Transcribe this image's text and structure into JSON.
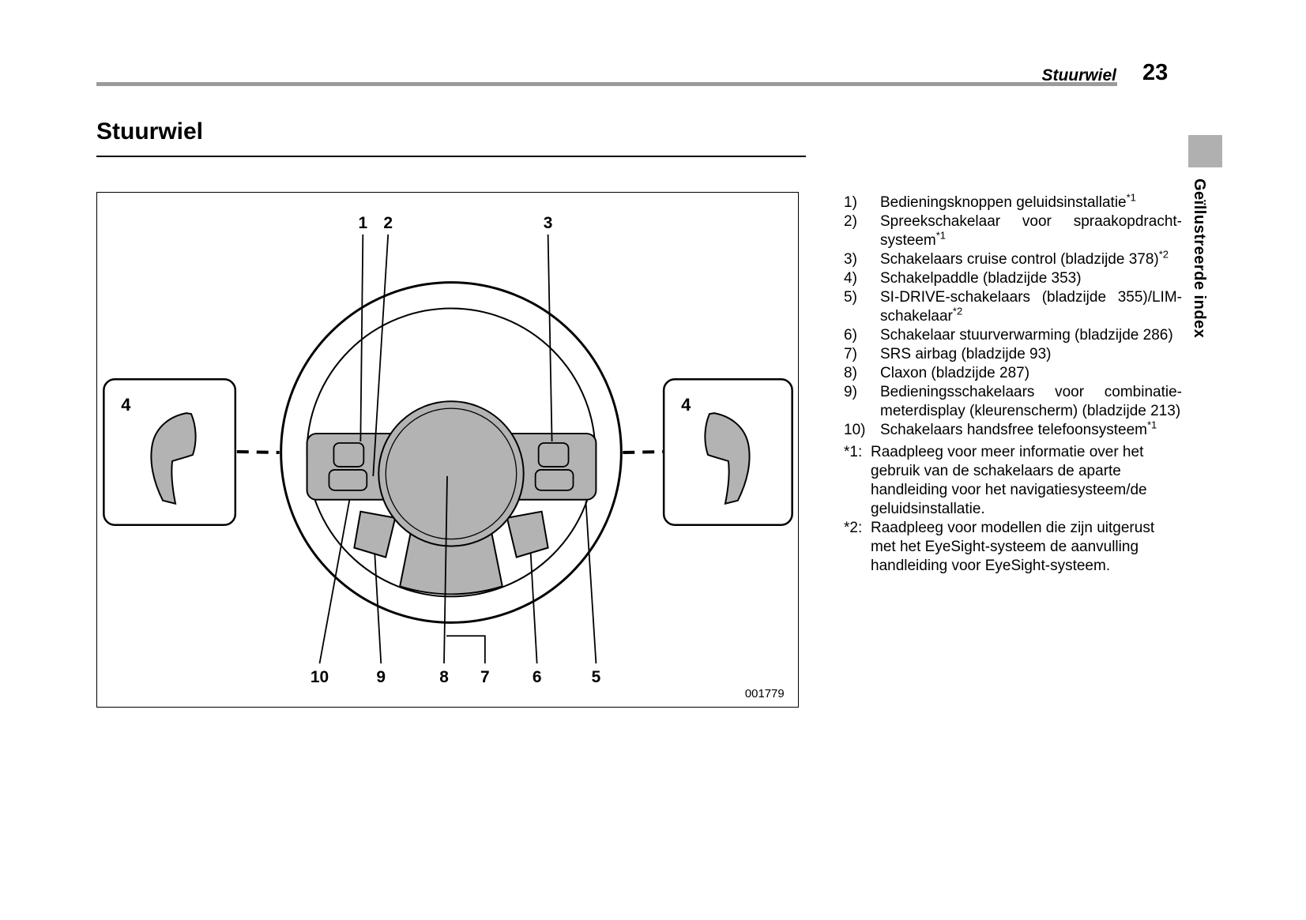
{
  "header": {
    "running_title": "Stuurwiel",
    "page_number": "23"
  },
  "side_tab": {
    "label": "Geïllustreerde index"
  },
  "section": {
    "title": "Stuurwiel"
  },
  "figure": {
    "code": "001779",
    "callouts": {
      "c1": "1",
      "c2": "2",
      "c3": "3",
      "c4": "4",
      "c5": "5",
      "c6": "6",
      "c7": "7",
      "c8": "8",
      "c9": "9",
      "c10": "10"
    }
  },
  "legend": {
    "items": [
      {
        "num": "1)",
        "text": "Bedieningsknoppen geluidsinstallatie",
        "sup": "*1"
      },
      {
        "num": "2)",
        "text": "Spreekschakelaar voor spraakopdracht­systeem",
        "sup": "*1"
      },
      {
        "num": "3)",
        "text": "Schakelaars cruise control (bladzijde 378)",
        "sup": "*2"
      },
      {
        "num": "4)",
        "text": "Schakelpaddle (bladzijde 353)",
        "sup": ""
      },
      {
        "num": "5)",
        "text": "SI-DRIVE-schakelaars (bladzijde 355)/LIM-schakelaar",
        "sup": "*2"
      },
      {
        "num": "6)",
        "text": "Schakelaar stuurverwarming (bladzijde 286)",
        "sup": ""
      },
      {
        "num": "7)",
        "text": "SRS airbag (bladzijde 93)",
        "sup": ""
      },
      {
        "num": "8)",
        "text": "Claxon (bladzijde 287)",
        "sup": ""
      },
      {
        "num": "9)",
        "text": "Bedieningsschakelaars voor combinatie­meterdisplay (kleurenscherm) (bladzijde 213)",
        "sup": ""
      },
      {
        "num": "10)",
        "text": "Schakelaars handsfree telefoonsys­teem",
        "sup": "*1"
      }
    ],
    "notes": [
      {
        "marker": "*1:",
        "text": "Raadpleeg voor meer informatie over het gebruik van de schakelaars de aparte handleiding voor het navigatiesysteem/de geluidsinstallatie."
      },
      {
        "marker": "*2:",
        "text": "Raadpleeg voor modellen die zijn uitgerust met het EyeSight-systeem de aanvulling handleiding voor EyeSight-systeem."
      }
    ]
  }
}
